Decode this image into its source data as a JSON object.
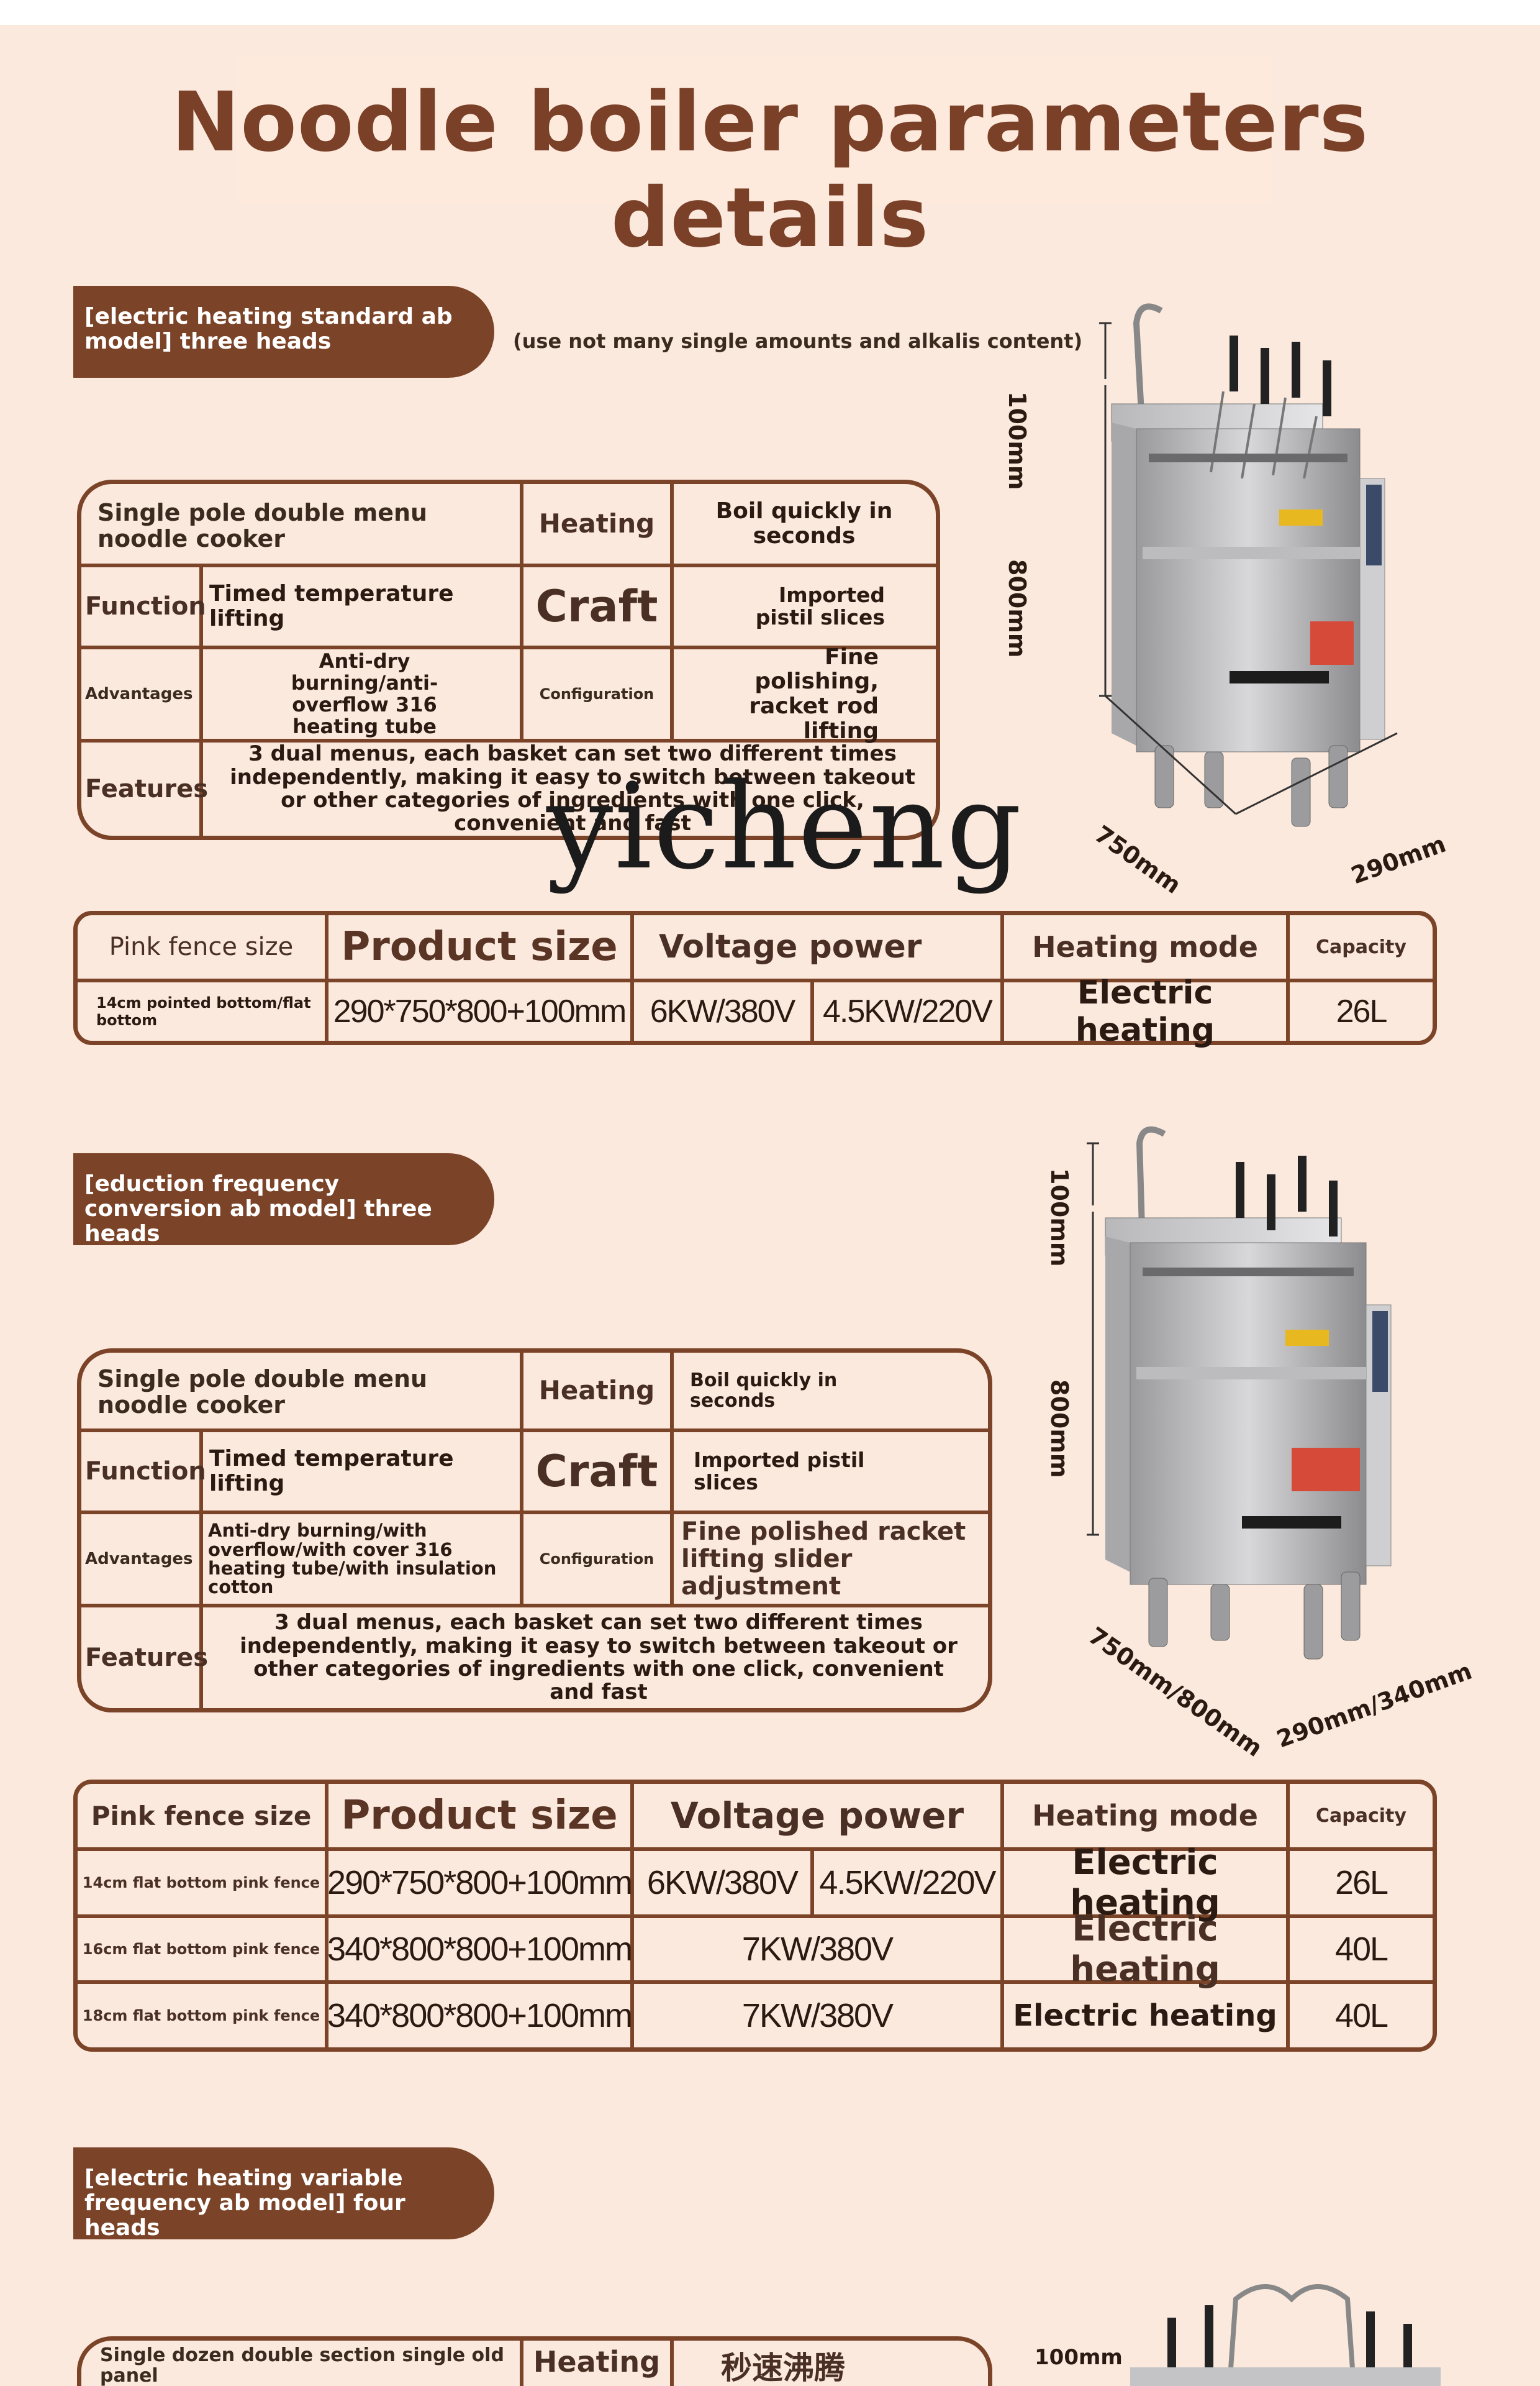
{
  "page": {
    "title": "Noodle boiler parameters details",
    "watermark": "yicheng"
  },
  "section1": {
    "tag": "[electric heating standard ab model] three heads",
    "note": "(use not many single amounts and alkalis content)",
    "features": {
      "name": "Single pole double menu noodle cooker",
      "heating_label": "Heating",
      "heating_value": "Boil quickly in seconds",
      "function_label": "Function",
      "function_value": "Timed temperature lifting",
      "craft_label": "Craft",
      "craft_value": "Imported pistil slices",
      "advantages_label": "Advantages",
      "advantages_value": "Anti-dry burning/anti-overflow 316 heating tube",
      "config_label": "Configuration",
      "config_value": "Fine polishing, racket rod lifting",
      "features_label": "Features",
      "features_value": "3 dual menus, each basket can set two different times independently, making it easy to switch between takeout or other categories of ingredients with one click, convenient and fast"
    },
    "spec": {
      "headers": [
        "Pink fence size",
        "Product size",
        "Voltage power",
        "Heating mode",
        "Capacity"
      ],
      "rows": [
        {
          "fence": "14cm pointed bottom/flat bottom",
          "size": "290*750*800+100mm",
          "power_a": "6KW/380V",
          "power_b": "4.5KW/220V",
          "mode": "Electric heating",
          "capacity": "26L"
        }
      ]
    },
    "dims": {
      "height_top": "100mm",
      "height_main": "800mm",
      "depth": "750mm",
      "width": "290mm"
    }
  },
  "section2": {
    "tag": "[eduction frequency conversion ab model] three heads",
    "features": {
      "name": "Single pole double menu noodle cooker",
      "heating_label": "Heating",
      "heating_value": "Boil quickly in seconds",
      "function_label": "Function",
      "function_value": "Timed temperature lifting",
      "craft_label": "Craft",
      "craft_value": "Imported pistil slices",
      "advantages_label": "Advantages",
      "advantages_value": "Anti-dry burning/with overflow/with cover 316 heating tube/with insulation cotton",
      "config_label": "Configuration",
      "config_value": "Fine polished racket lifting slider adjustment",
      "features_label": "Features",
      "features_value": "3 dual menus, each basket can set two different times independently, making it easy to switch between takeout or other categories of ingredients with one click, convenient and fast"
    },
    "spec": {
      "headers": [
        "Pink fence size",
        "Product size",
        "Voltage power",
        "Heating mode",
        "Capacity"
      ],
      "rows": [
        {
          "fence": "14cm flat bottom pink fence",
          "size": "290*750*800+100mm",
          "power_a": "6KW/380V",
          "power_b": "4.5KW/220V",
          "mode": "Electric heating",
          "capacity": "26L"
        },
        {
          "fence": "16cm flat bottom pink fence",
          "size": "340*800*800+100mm",
          "power": "7KW/380V",
          "mode": "Electric heating",
          "capacity": "40L"
        },
        {
          "fence": "18cm flat bottom pink fence",
          "size": "340*800*800+100mm",
          "power": "7KW/380V",
          "mode": "Electric heating",
          "capacity": "40L"
        }
      ]
    },
    "dims": {
      "height_top": "100mm",
      "height_main": "800mm",
      "depth": "750mm/800mm",
      "width": "290mm/340mm"
    }
  },
  "section3": {
    "tag": "[electric heating variable frequency ab model] four heads",
    "features": {
      "name": "Single dozen double section single old panel",
      "heating_label": "Heating",
      "heating_value": "秒速沸腾"
    },
    "dims": {
      "height_top": "100mm"
    }
  }
}
